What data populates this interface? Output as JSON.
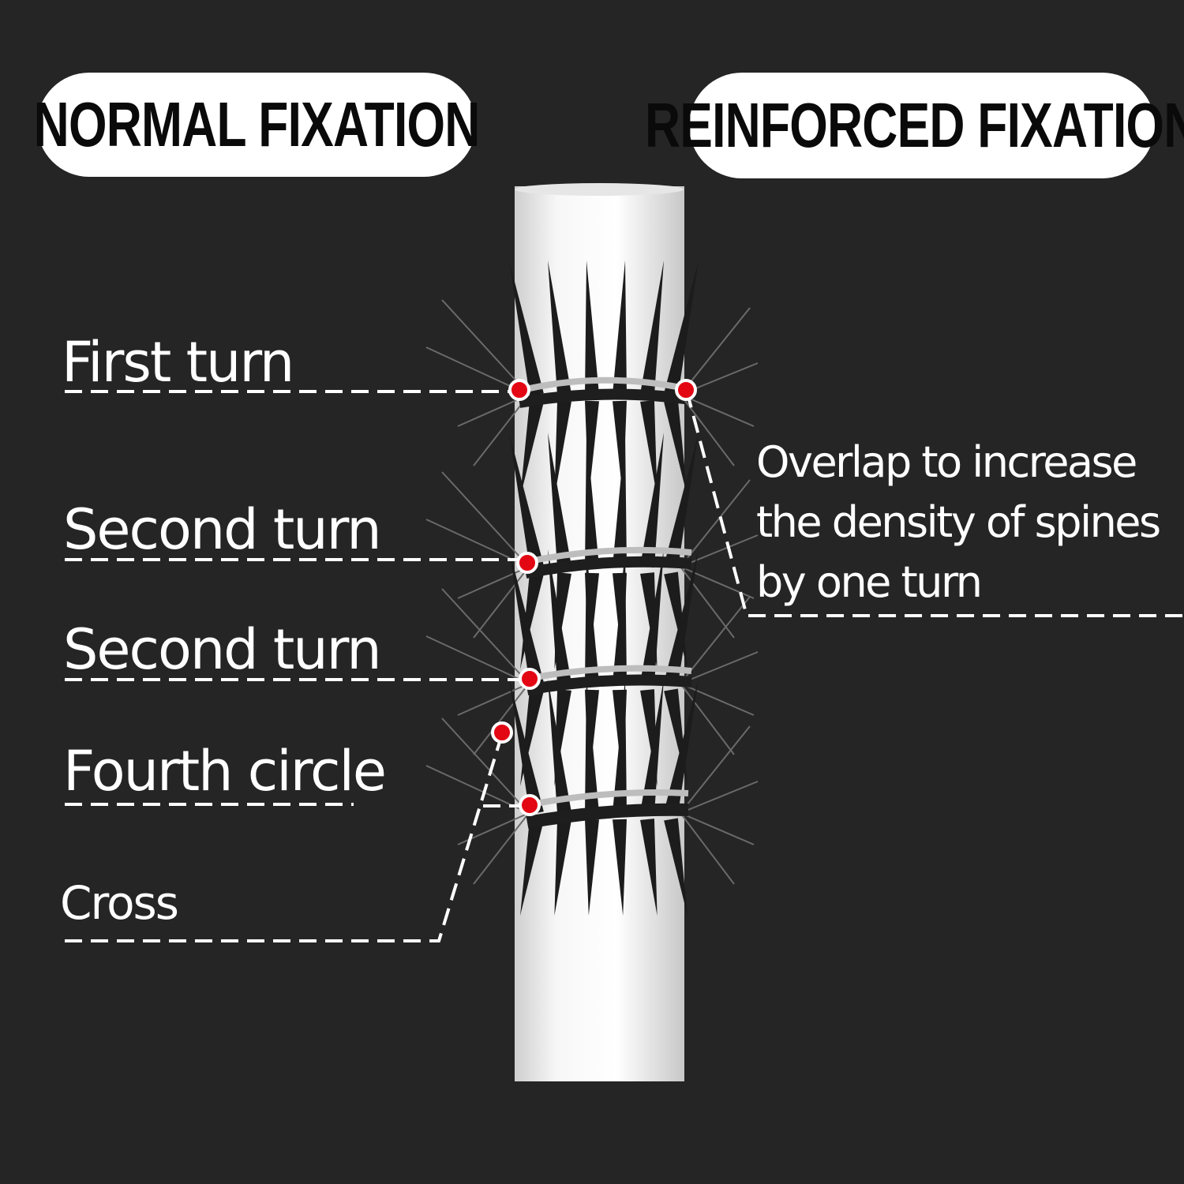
{
  "headers": {
    "left": "NORMAL FIXATION",
    "right": "REINFORCED FIXATION"
  },
  "labels": {
    "first_turn": "First turn",
    "second_turn_a": "Second turn",
    "second_turn_b": "Second turn",
    "fourth_circle": "Fourth circle",
    "cross": "Cross"
  },
  "note": {
    "line1": "Overlap to increase",
    "line2": "the density of spines",
    "line3": "by one turn"
  },
  "colors": {
    "background": "#252525",
    "pill": "#ffffff",
    "marker": "#e30613",
    "pole": "#f2f2f2",
    "spike": "#1c1c1c"
  }
}
